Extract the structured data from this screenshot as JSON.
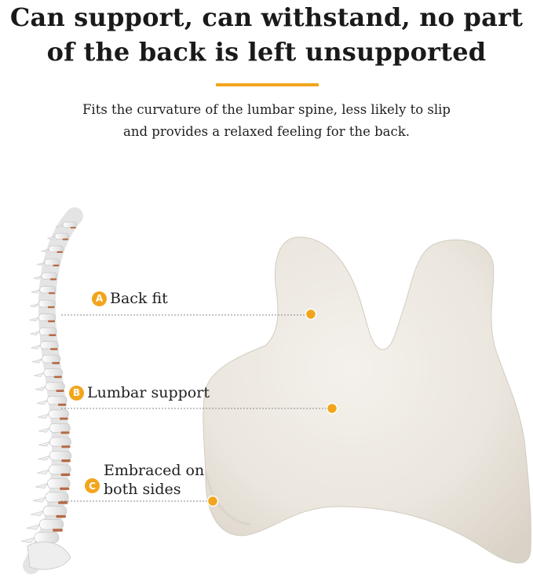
{
  "headline": {
    "line1": "Can support, can withstand, no part",
    "line2": "of the back is left unsupported"
  },
  "subtitle": {
    "line1": "Fits the curvature of the lumbar spine, less likely to slip",
    "line2": "and provides a relaxed feeling for the back."
  },
  "callouts": [
    {
      "badge": "A",
      "label": "Back fit"
    },
    {
      "badge": "B",
      "label": "Lumbar support"
    },
    {
      "badge": "C",
      "label_line1": "Embraced on",
      "label_line2": "both sides"
    }
  ],
  "colors": {
    "accent": "#f2a51c",
    "pillow": "#eae5dd",
    "vertebra_disc": "#b56a45"
  }
}
